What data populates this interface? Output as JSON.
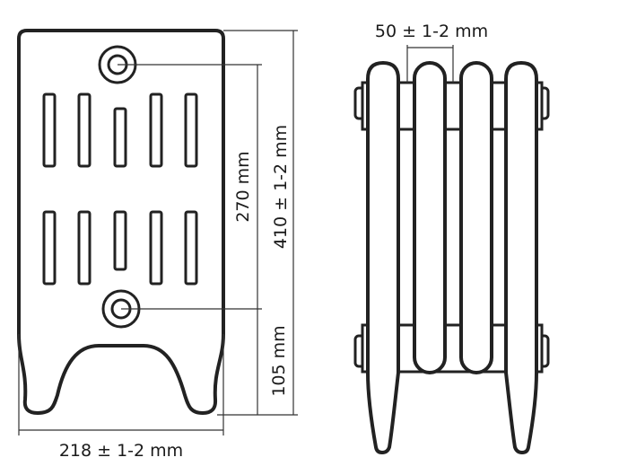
{
  "front_view": {
    "width_label": "218 ± 1-2 mm",
    "axis_distance_label": "270 mm",
    "total_height_label": "410 ± 1-2 mm",
    "foot_height_label": "105 mm"
  },
  "side_view": {
    "section_width_label": "50 ± 1-2 mm"
  },
  "colors": {
    "outline": "#222222",
    "dimension_line": "#333333",
    "background": "#ffffff"
  }
}
